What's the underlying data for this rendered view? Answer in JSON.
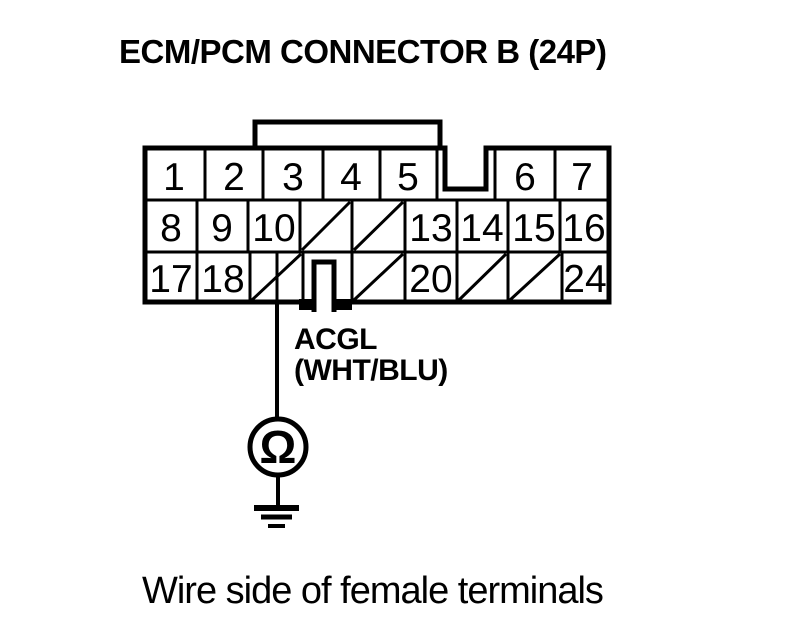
{
  "title": "ECM/PCM CONNECTOR B (24P)",
  "caption": "Wire side of female terminals",
  "wire_label": {
    "signal": "ACGL",
    "wire_color": "(WHT/BLU)"
  },
  "meter": {
    "symbol": "Ω"
  },
  "pins": {
    "row1": [
      "1",
      "2",
      "3",
      "4",
      "5",
      "6",
      "7"
    ],
    "row2": [
      "8",
      "9",
      "10",
      "13",
      "14",
      "15",
      "16"
    ],
    "row3": [
      "17",
      "18",
      "20",
      "24"
    ]
  },
  "colors": {
    "ink": "#000000",
    "paper": "#ffffff"
  }
}
